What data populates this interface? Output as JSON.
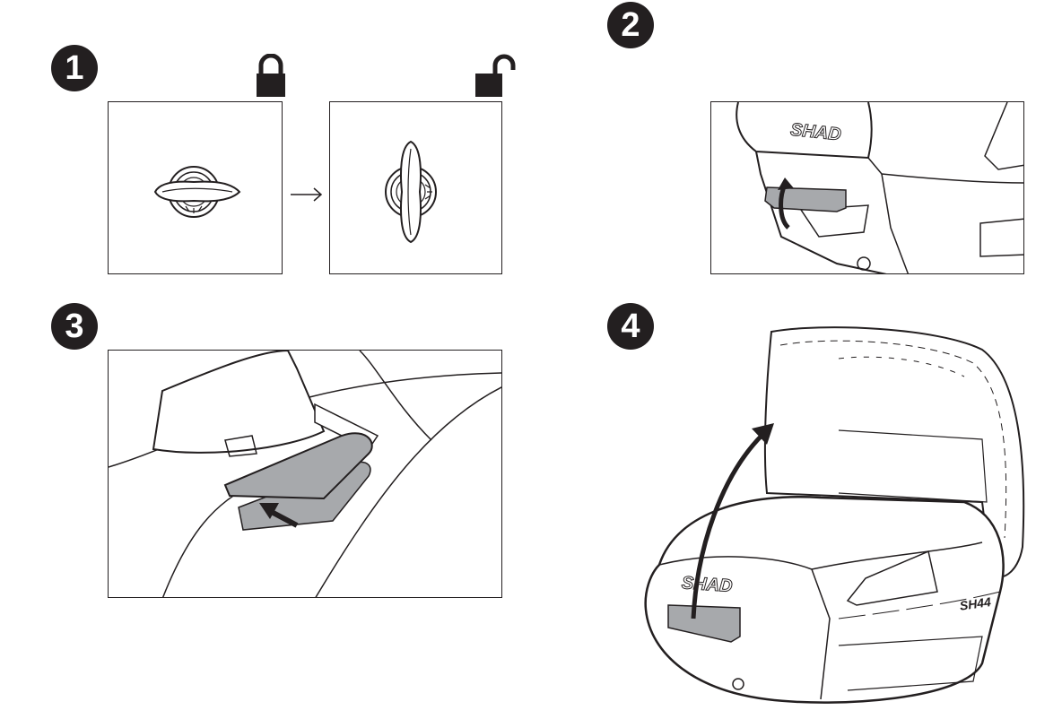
{
  "steps": [
    {
      "number": "1"
    },
    {
      "number": "2"
    },
    {
      "number": "3"
    },
    {
      "number": "4"
    }
  ],
  "arrow_glyph": "→",
  "brand_label": "SHAD",
  "model_label": "SH44",
  "icons": [
    "lock-closed-icon",
    "lock-open-icon",
    "arrow-right-icon",
    "lift-arrow-icon",
    "push-arrow-icon"
  ],
  "colors": {
    "ink": "#231f20",
    "handle_fill": "#a7a9ac",
    "panel_bg": "#ffffff"
  }
}
